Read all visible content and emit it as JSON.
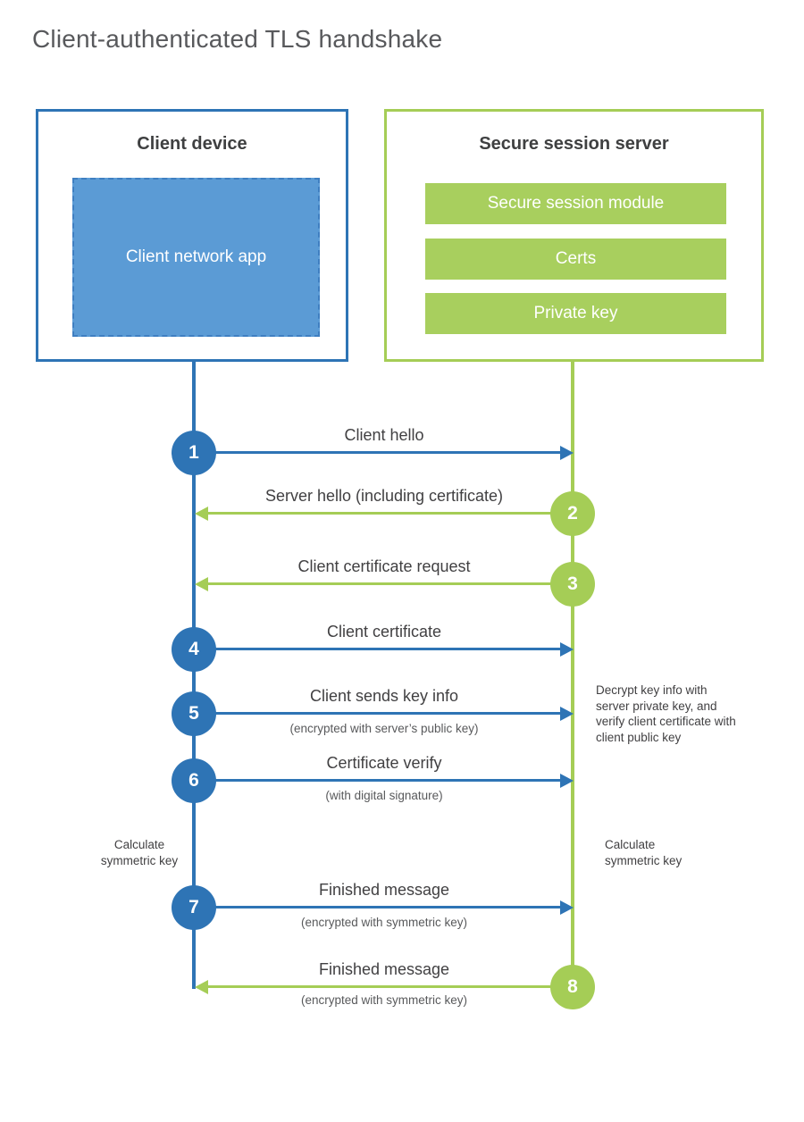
{
  "title": "Client-authenticated TLS handshake",
  "colors": {
    "blue": "#2e74b5",
    "blue_fill": "#5b9bd5",
    "green": "#a5cd56",
    "text": "#414042"
  },
  "client": {
    "title": "Client device",
    "app_label": "Client network app"
  },
  "server": {
    "title": "Secure session server",
    "modules": {
      "0": "Secure session module",
      "1": "Certs",
      "2": "Private key"
    }
  },
  "messages": {
    "0": {
      "num": "1",
      "label": "Client hello",
      "sub": "",
      "direction": "client-to-server"
    },
    "1": {
      "num": "2",
      "label": "Server hello (including certificate)",
      "sub": "",
      "direction": "server-to-client"
    },
    "2": {
      "num": "3",
      "label": "Client certificate request",
      "sub": "",
      "direction": "server-to-client"
    },
    "3": {
      "num": "4",
      "label": "Client certificate",
      "sub": "",
      "direction": "client-to-server"
    },
    "4": {
      "num": "5",
      "label": "Client sends key info",
      "sub": "(encrypted with server’s public key)",
      "direction": "client-to-server"
    },
    "5": {
      "num": "6",
      "label": "Certificate verify",
      "sub": "(with digital signature)",
      "direction": "client-to-server"
    },
    "6": {
      "num": "7",
      "label": "Finished message",
      "sub": "(encrypted with symmetric key)",
      "direction": "client-to-server"
    },
    "7": {
      "num": "8",
      "label": "Finished message",
      "sub": "(encrypted with symmetric key)",
      "direction": "server-to-client"
    }
  },
  "notes": {
    "decrypt": "Decrypt key info with server private key, and verify client certificate with client public key",
    "calculate_left": "Calculate symmetric key",
    "calculate_right": "Calculate symmetric key"
  }
}
